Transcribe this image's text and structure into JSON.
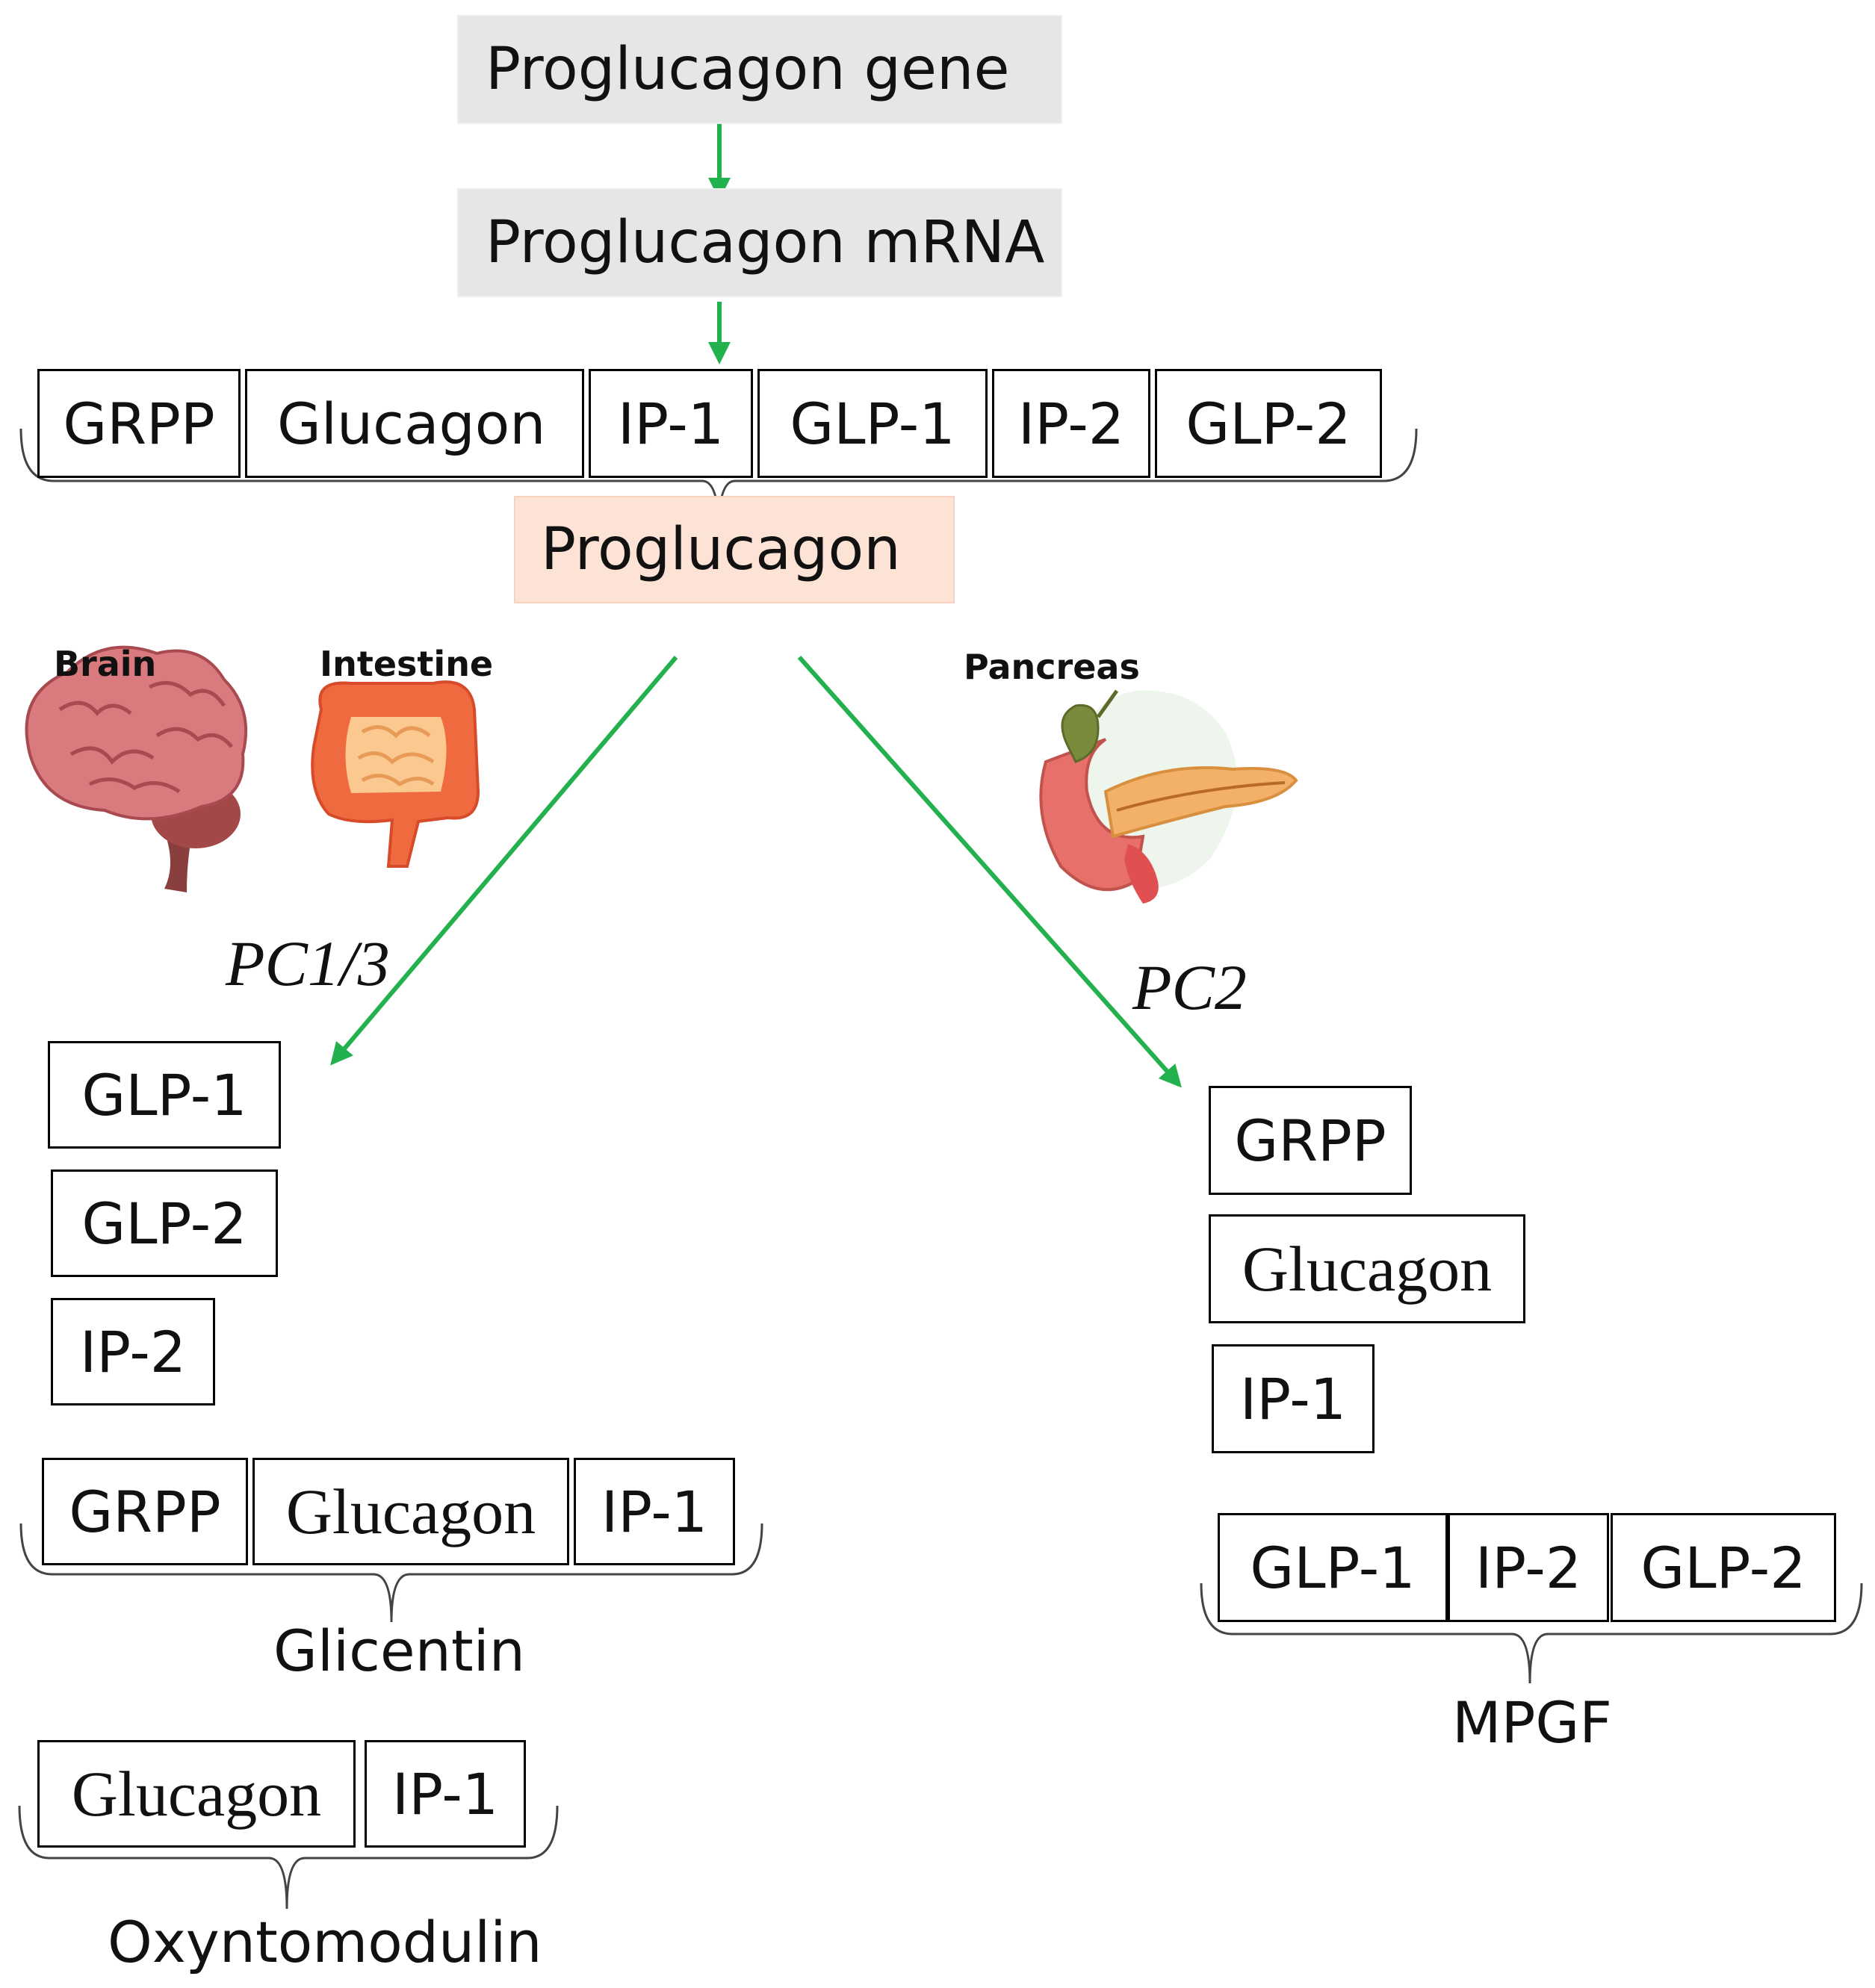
{
  "top": {
    "gene": "Proglucagon gene",
    "mrna": "Proglucagon mRNA"
  },
  "proglucagon": {
    "segments": [
      "GRPP",
      "Glucagon",
      "IP-1",
      "GLP-1",
      "IP-2",
      "GLP-2"
    ],
    "label": "Proglucagon"
  },
  "organs": {
    "brain": "Brain",
    "intestine": "Intestine",
    "pancreas": "Pancreas"
  },
  "enzymes": {
    "left": "PC1/3",
    "right": "PC2"
  },
  "left_products": {
    "singles": [
      "GLP-1",
      "GLP-2",
      "IP-2"
    ],
    "glicentin": {
      "segments": [
        "GRPP",
        "Glucagon",
        "IP-1"
      ],
      "label": "Glicentin"
    },
    "oxyntomodulin": {
      "segments": [
        "Glucagon",
        "IP-1"
      ],
      "label": "Oxyntomodulin"
    }
  },
  "right_products": {
    "singles": [
      "GRPP",
      "Glucagon",
      "IP-1"
    ],
    "mpgf": {
      "segments": [
        "GLP-1",
        "IP-2",
        "GLP-2"
      ],
      "label": "MPGF"
    }
  },
  "colors": {
    "arrow": "#22b14c",
    "gray_box": "#e6e6e6",
    "peach_box": "#fde3d6"
  }
}
